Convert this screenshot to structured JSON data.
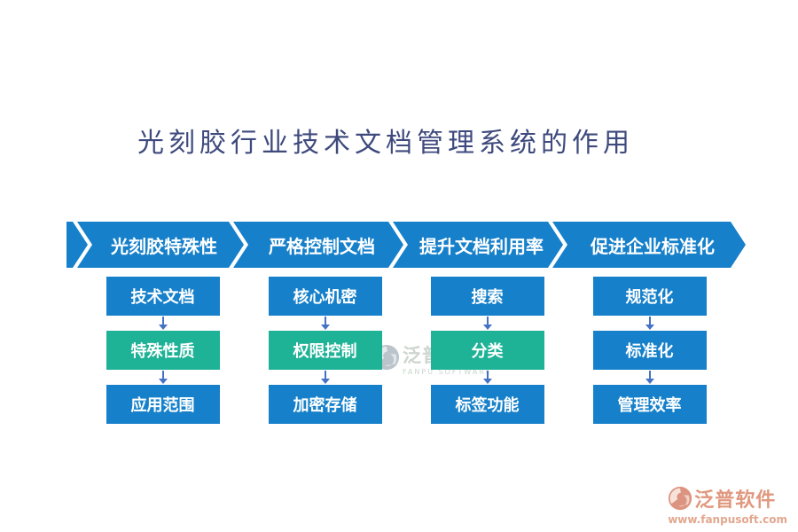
{
  "title": "光刻胶行业技术文档管理系统的作用",
  "colors": {
    "primary_blue": "#1680ca",
    "accent_green": "#1eb296",
    "connector_blue": "#4472c4",
    "title_text": "#3e4a7d",
    "brand_salmon": "#e0987f"
  },
  "process": {
    "steps": [
      {
        "header": "光刻胶特殊性",
        "items": [
          {
            "label": "技术文档",
            "variant": "blue"
          },
          {
            "label": "特殊性质",
            "variant": "green"
          },
          {
            "label": "应用范围",
            "variant": "blue"
          }
        ]
      },
      {
        "header": "严格控制文档",
        "items": [
          {
            "label": "核心机密",
            "variant": "blue"
          },
          {
            "label": "权限控制",
            "variant": "green"
          },
          {
            "label": "加密存储",
            "variant": "blue"
          }
        ]
      },
      {
        "header": "提升文档利用率",
        "items": [
          {
            "label": "搜索",
            "variant": "blue"
          },
          {
            "label": "分类",
            "variant": "green"
          },
          {
            "label": "标签功能",
            "variant": "blue"
          }
        ]
      },
      {
        "header": "促进企业标准化",
        "items": [
          {
            "label": "规范化",
            "variant": "blue"
          },
          {
            "label": "标准化",
            "variant": "blue"
          },
          {
            "label": "管理效率",
            "variant": "blue"
          }
        ]
      }
    ]
  },
  "watermark": {
    "brand": "泛普软件",
    "subtext": "FANPU SOFTWARE"
  },
  "footer": {
    "brand": "泛普软件",
    "url": "www.fanpusoft.com"
  }
}
